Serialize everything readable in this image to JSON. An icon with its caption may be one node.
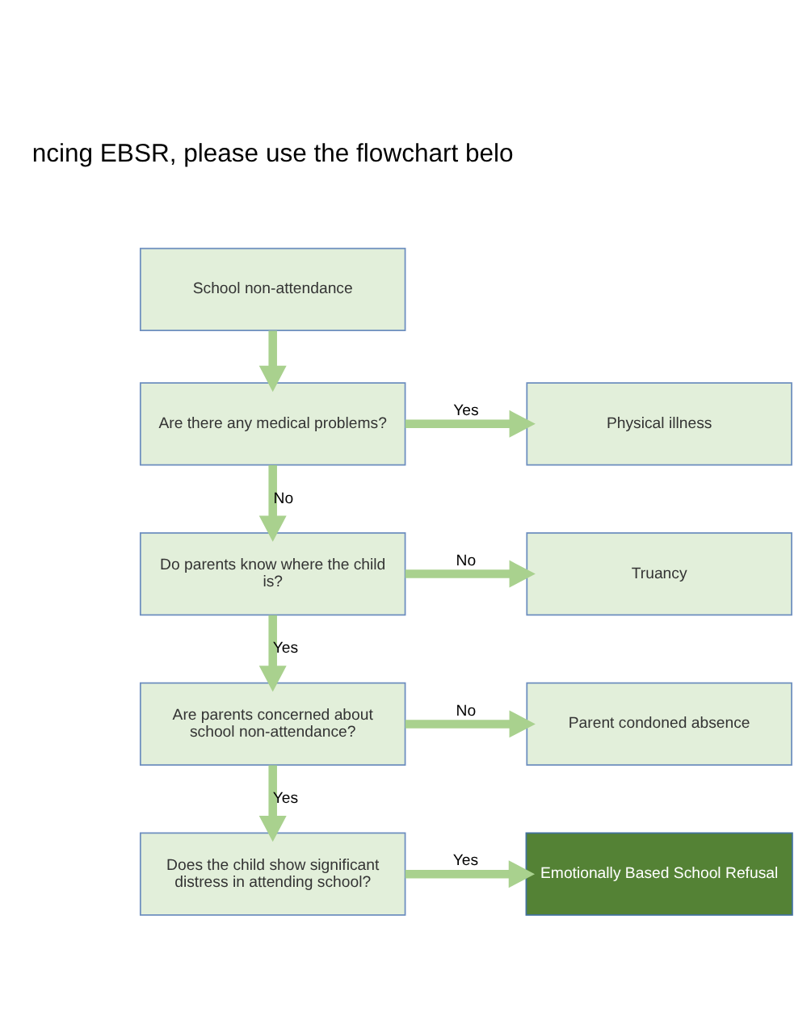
{
  "diagram": {
    "nodes": [
      {
        "text": [
          "School non-attendance"
        ]
      },
      {
        "text": [
          "Are there any medical problems?"
        ]
      },
      {
        "text": [
          "Physical illness"
        ]
      },
      {
        "text": [
          "Do parents know where the child is?"
        ]
      },
      {
        "text": [
          "Truancy"
        ]
      },
      {
        "text": [
          "Are parents concerned about school non-attendance?"
        ]
      },
      {
        "text": [
          "Parent condoned absence"
        ]
      },
      {
        "text": [
          "Does the child show significant distress in attending school?"
        ]
      },
      {
        "text": [
          "Emotionally Based School Refusal"
        ]
      }
    ],
    "edges": [
      {
        "from": 0,
        "to": 1,
        "arrow": "to"
      },
      {
        "from": 1,
        "to": 2,
        "arrow": "to",
        "label": "Yes"
      },
      {
        "from": 1,
        "to": 3,
        "arrow": "to",
        "label": "No"
      },
      {
        "from": 3,
        "to": 4,
        "arrow": "to",
        "label": "No"
      },
      {
        "from": 3,
        "to": 5,
        "arrow": "to",
        "label": "Yes"
      },
      {
        "from": 5,
        "to": 6,
        "arrow": "to",
        "label": "No"
      },
      {
        "from": 5,
        "to": 7,
        "arrow": "to",
        "label": "Yes"
      },
      {
        "from": 7,
        "to": 8,
        "arrow": "to",
        "label": "Yes"
      }
    ],
    "labels": [
      "ncing EBSR, please use the flowchart belo"
    ]
  }
}
